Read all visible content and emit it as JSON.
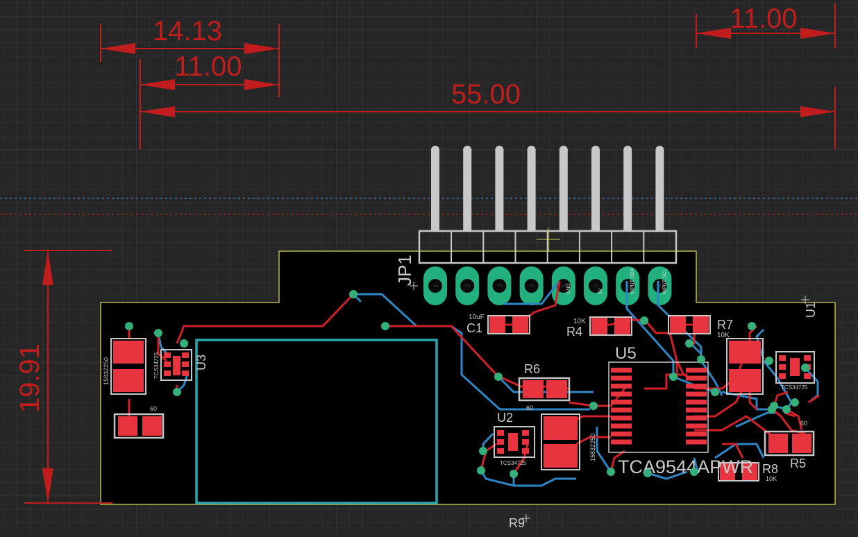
{
  "editor": {
    "name": "PCB board layout editor",
    "colors": {
      "background": "#262626",
      "grid": "#3b3b3b",
      "board": "#000000",
      "board_outline": "#c8c850",
      "dimension": "#c21d1d",
      "top_copper": "#d2202a",
      "bottom_copper": "#2f86c4",
      "via": "#35b07a",
      "silk": "#c8c8c8",
      "pad": "#e8343f",
      "tht_pad": "#21b07e",
      "keepout": "#27a8b0"
    }
  },
  "dimensions": {
    "top_width": "14.13",
    "inner_width": "11.00",
    "total_width": "55.00",
    "right_width": "11.00",
    "height": "19.91"
  },
  "header_connector": {
    "name": "JP1",
    "pins": [
      "1",
      "2",
      "3",
      "4",
      "5",
      "6",
      "7",
      "8"
    ],
    "pin_signals": [
      "",
      "",
      "",
      "",
      "GND",
      "5V",
      "INPUT SDA",
      "INPUT SCL"
    ]
  },
  "components": {
    "u1": "U1",
    "u2": "U2",
    "u3": "U3",
    "u5": "U5",
    "u5_value": "TCA9544APWR",
    "c1": "C1",
    "c1_value": "10uF",
    "r4": "R4",
    "r4_value": "10K",
    "r5": "R5",
    "r6": "R6",
    "r7": "R7",
    "r7_value": "10K",
    "r8": "R8",
    "r8_value": "10K",
    "r9": "R9",
    "left_ind_value": "15832250",
    "mid_ind_value": "15832250",
    "left_res_value": "60",
    "right_res_value": "60",
    "u2_value": "TCS34725",
    "u3_value": "TCS34725",
    "u1_value": "TCS34725",
    "r6_value": "60"
  }
}
